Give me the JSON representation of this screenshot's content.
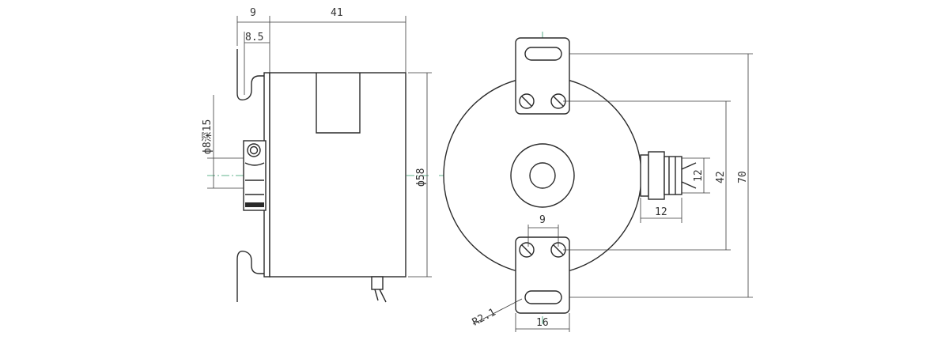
{
  "side_view": {
    "dim_flange_offset": "9",
    "dim_flange_inner": "8.5",
    "dim_body_length": "41",
    "dim_shaft_bore": "ф8深15",
    "dim_body_diameter": "ф58"
  },
  "front_view": {
    "dim_slot_spacing": "9",
    "dim_cable_width": "12",
    "dim_cable_height": "12",
    "dim_screw_spacing": "42",
    "dim_overall_height": "70",
    "dim_bracket_width": "16",
    "dim_corner_radius": "R2.1"
  },
  "colors": {
    "line": "#2a2a2a",
    "centerline": "#2e9a6a",
    "background": "#ffffff"
  }
}
